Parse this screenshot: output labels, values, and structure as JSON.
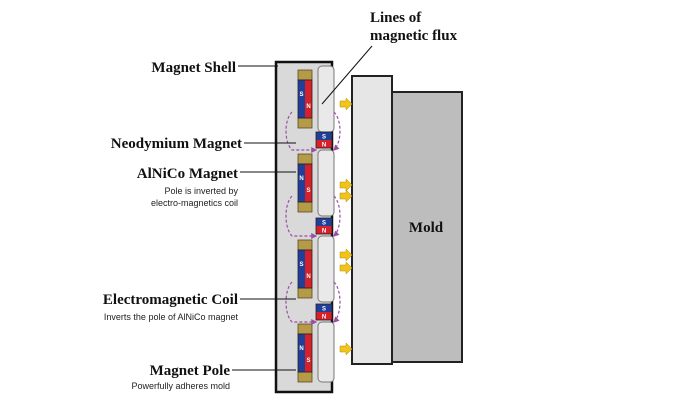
{
  "labels": {
    "magnet_shell": "Magnet Shell",
    "neodymium": "Neodymium Magnet",
    "alnico": "AlNiCo Magnet",
    "alnico_note_1": "Pole is inverted by",
    "alnico_note_2": "electro-magnetics coil",
    "coil": "Electromagnetic Coil",
    "coil_note": "Inverts the pole of AlNiCo magnet",
    "pole": "Magnet Pole",
    "pole_note": "Powerfully adheres mold",
    "flux_1": "Lines of",
    "flux_2": "magnetic flux",
    "mold": "Mold"
  },
  "magnet_letters": {
    "north": "N",
    "south": "S"
  },
  "colors": {
    "shell": "#d9d9d9",
    "pole_block": "#e9e9e9",
    "mold_plate": "#e6e6e6",
    "mold_body": "#bdbdbd",
    "alnico_red": "#d6202a",
    "neodymium_blue": "#1f3f9a",
    "coil": "#b59a4a",
    "flux_arrow": "#9b4ea6",
    "yellow_arrow": "#f2c318"
  }
}
